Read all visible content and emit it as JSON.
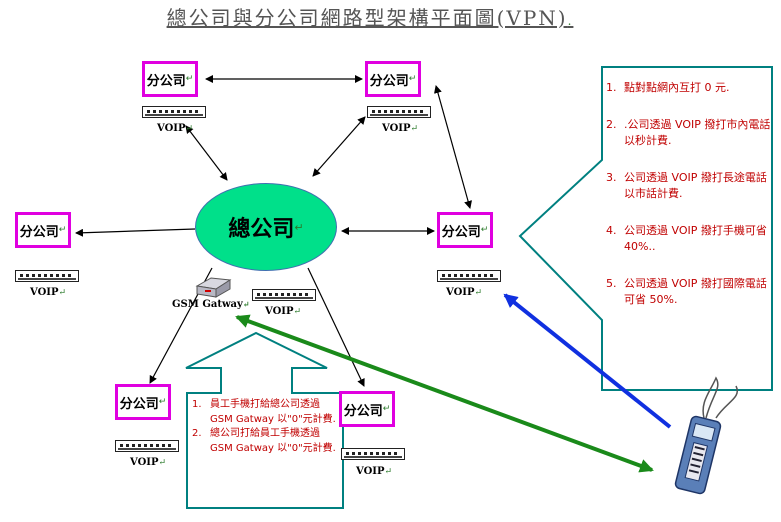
{
  "title": "總公司與分公司網路型架構平面圖(VPN)",
  "title_mark": ".",
  "headquarters": {
    "label": "總公司",
    "mark": "↵"
  },
  "branch_label": "分公司",
  "para_mark": "↵",
  "voip_label": "VOIP",
  "gsm_gateway_label": "GSM Gatway",
  "right_callout": {
    "items": [
      {
        "num": "1.",
        "text": "點對點網內互打 0 元."
      },
      {
        "num": "2.",
        "text": ".公司透過 VOIP 撥打市內電話以秒計費."
      },
      {
        "num": "3.",
        "text": "公司透過 VOIP 撥打長途電話以市話計費."
      },
      {
        "num": "4.",
        "text": "公司透過 VOIP 撥打手機可省 40%.."
      },
      {
        "num": "5.",
        "text": "公司透過 VOIP 撥打國際電話可省 50%."
      }
    ]
  },
  "bottom_callout": {
    "items": [
      {
        "num": "1.",
        "text": "員工手機打給總公司透過 GSM Gatway 以\"0\"元計費."
      },
      {
        "num": "2.",
        "text": "總公司打給員工手機透過 GSM Gatway 以\"0\"元計費."
      }
    ]
  },
  "colors": {
    "branch_border": "#e000e0",
    "hq_fill": "#00e08a",
    "callout_border": "#008080",
    "callout_text": "#c00000",
    "green_arrow": "#1a8a1a",
    "blue_arrow": "#1030e0"
  }
}
